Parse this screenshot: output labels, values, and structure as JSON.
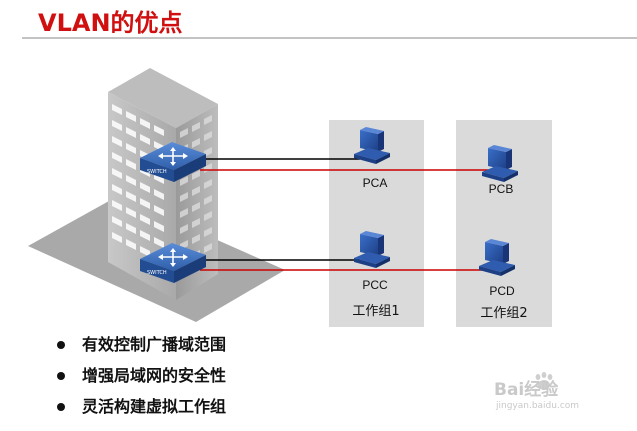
{
  "title": "VLAN的优点",
  "group1": {
    "label": "工作组1",
    "pcs": [
      "PCA",
      "PCC"
    ]
  },
  "group2": {
    "label": "工作组2",
    "pcs": [
      "PCB",
      "PCD"
    ]
  },
  "switch_label": "SWITCH",
  "bullets": [
    "有效控制广播域范围",
    "增强局域网的安全性",
    "灵活构建虚拟工作组"
  ],
  "watermark": {
    "brand": "Bai经验",
    "url": "jingyan.baidu.com"
  },
  "colors": {
    "title": "#d01010",
    "vlan_link": "#cc0000",
    "trunk_link": "#000000",
    "group_box": "#dadada"
  }
}
